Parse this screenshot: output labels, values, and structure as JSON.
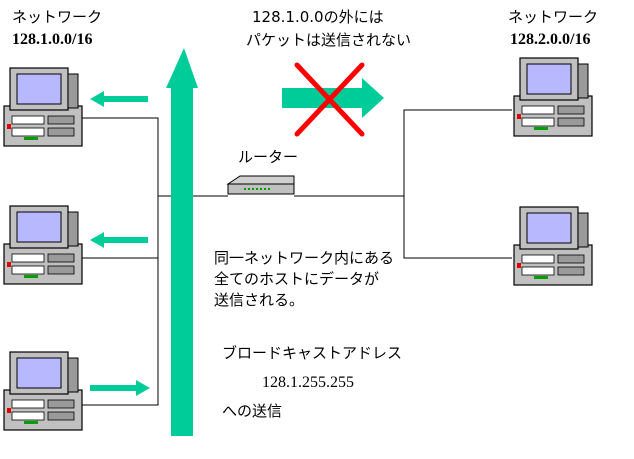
{
  "left_network": {
    "name": "ネットワーク",
    "address": "128.1.0.0/16"
  },
  "right_network": {
    "name": "ネットワーク",
    "address": "128.2.0.0/16"
  },
  "blocked_note": {
    "line1": "128.1.0.0の外には",
    "line2": "パケットは送信されない"
  },
  "router_label": "ルーター",
  "delivery_note": {
    "line1": "同一ネットワーク内にある",
    "line2": "全てのホストにデータが",
    "line3": "送信される。"
  },
  "broadcast": {
    "heading": "ブロードキャストアドレス",
    "address": "128.1.255.255",
    "suffix": "への送信"
  },
  "colors": {
    "arrow": "#00cc99",
    "cross": "#ff0000",
    "screen": "#b8b8ff",
    "case": "#c0c0c0"
  }
}
